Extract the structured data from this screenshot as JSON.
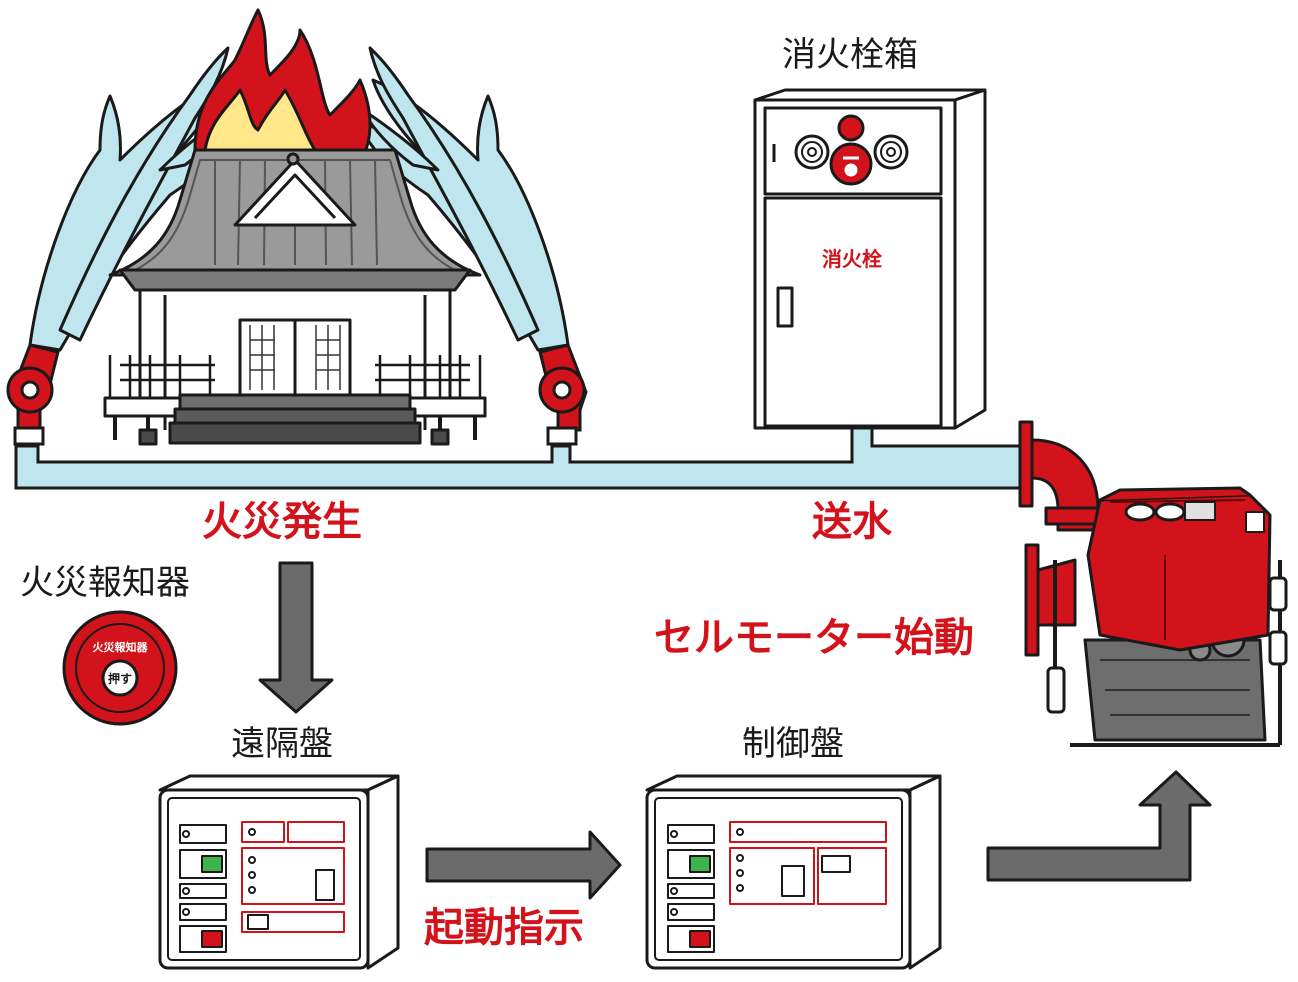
{
  "labels": {
    "hydrant_box": "消火栓箱",
    "hydrant_plate": "消火栓",
    "fire_occurrence": "火災発生",
    "fire_alarm": "火災報知器",
    "alarm_face_text": "火災報知器",
    "alarm_button": "押す",
    "remote_panel": "遠隔盤",
    "control_panel": "制御盤",
    "water_supply": "送水",
    "starter_motor": "セルモーター始動",
    "start_command": "起動指示"
  },
  "colors": {
    "accent_red": "#d3131b",
    "water": "#bfe6ee",
    "flame_yellow": "#ffe78a",
    "arrow_gray": "#6b6b6b",
    "indicator_green": "#3cb54a"
  },
  "icons": [
    "temple-building",
    "water-spray",
    "flame",
    "hydrant-cabinet",
    "fire-pump",
    "alarm-button",
    "panel"
  ]
}
